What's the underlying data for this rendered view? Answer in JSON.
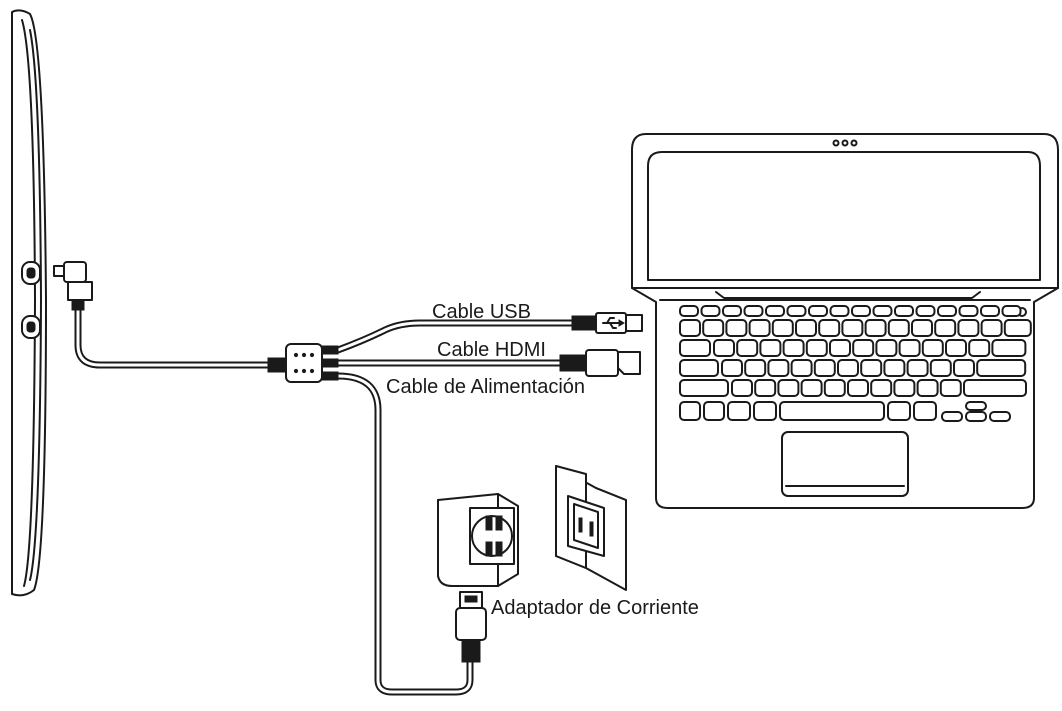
{
  "labels": {
    "usb": "Cable USB",
    "hdmi": "Cable HDMI",
    "power": "Cable de Alimentación",
    "adapter": "Adaptador de Corriente"
  },
  "colors": {
    "line": "#1a1a1a",
    "background": "#ffffff"
  },
  "icons": {
    "usb_symbol": "usb-icon",
    "outlet": "wall-outlet-icon"
  }
}
